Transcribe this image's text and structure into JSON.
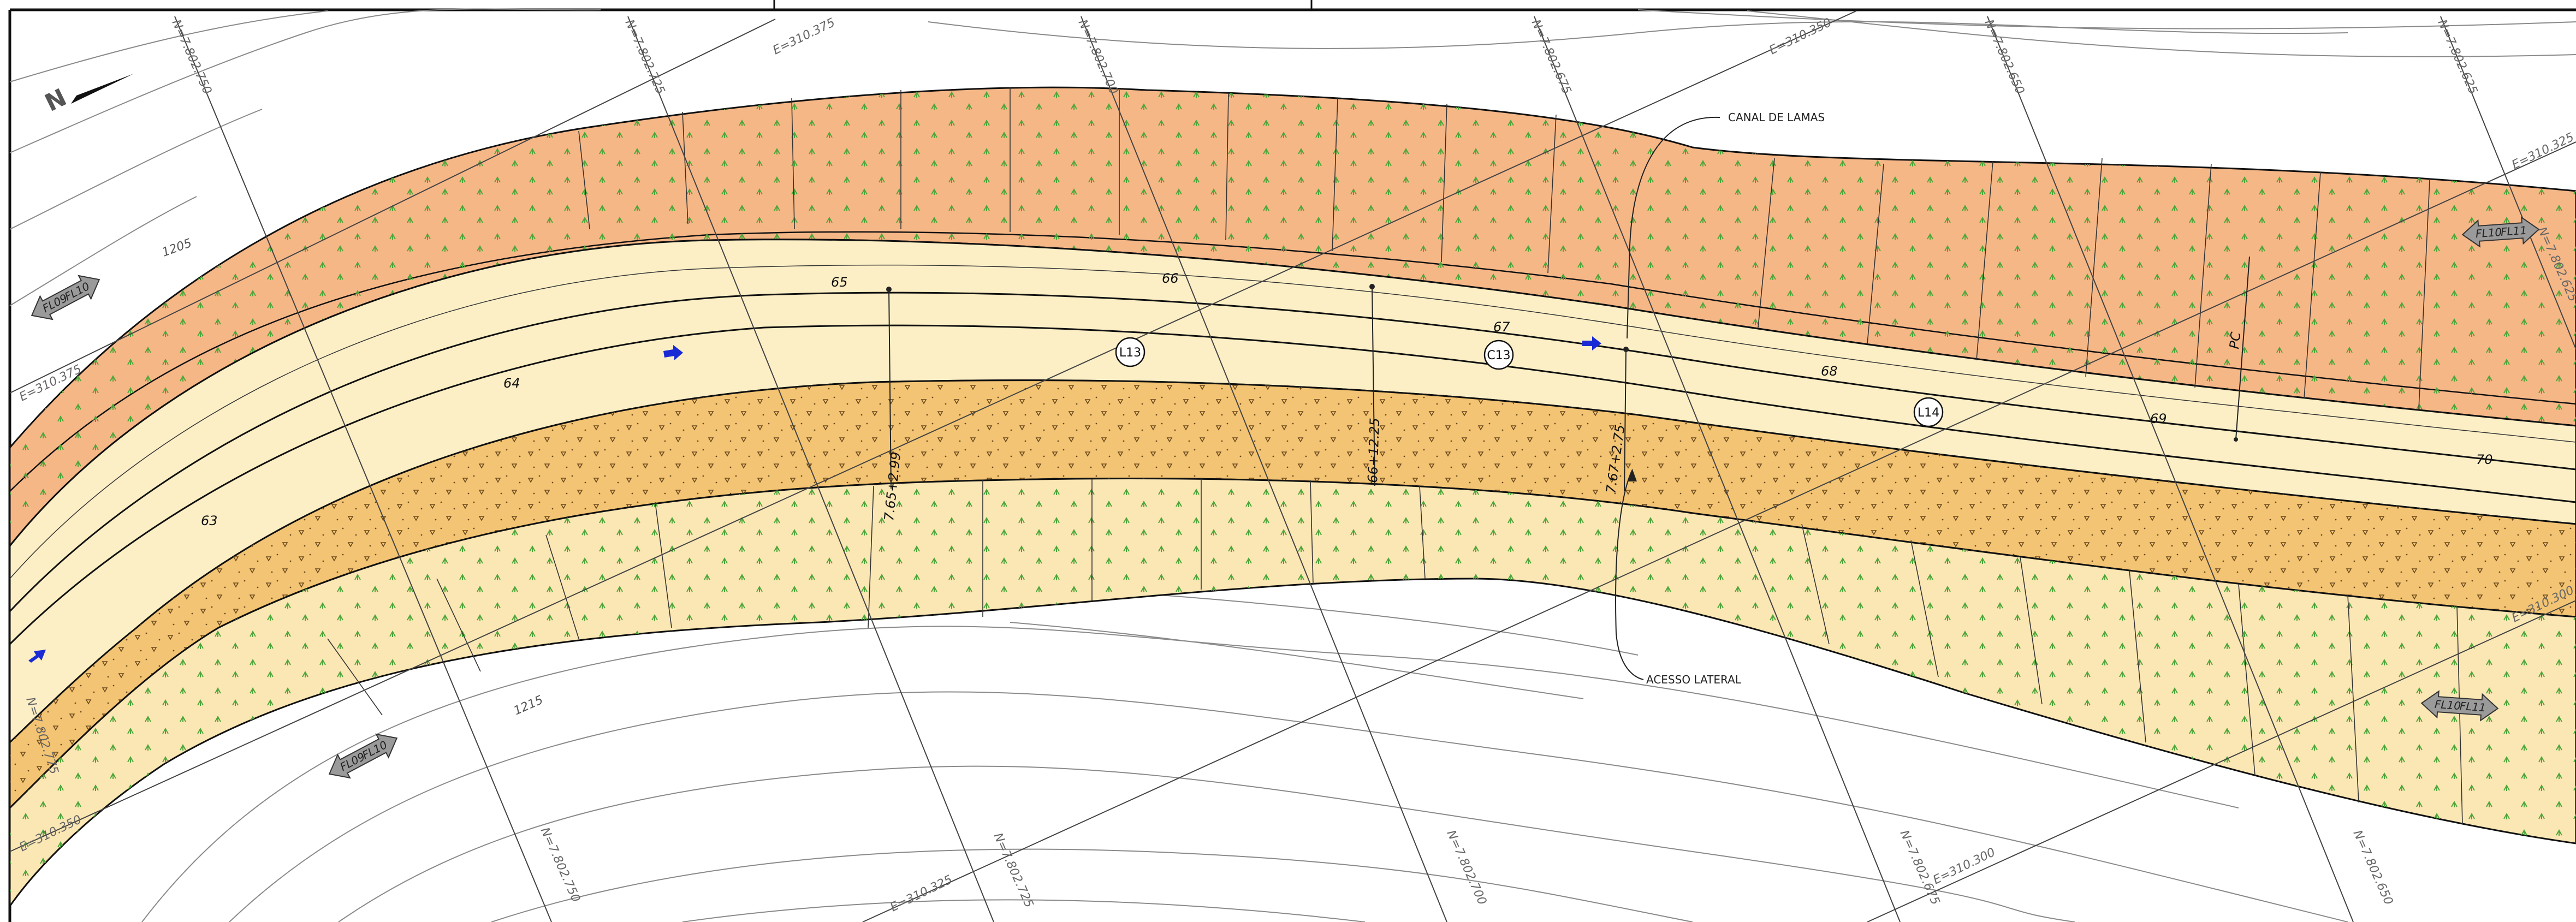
{
  "colors": {
    "berm_slope": "#F6B787",
    "road_face": "#F9DDA8",
    "road_bench": "#FCEFC6",
    "lower_slope": "#F3C473",
    "outer_slope": "#FBE7B4",
    "contour": "#8a8a8a",
    "flow_arrow": "#1a2bd6",
    "veg_mark": "#4ea63a"
  },
  "north_label": "N",
  "contour_labels": [
    "1205",
    "1215"
  ],
  "callouts": {
    "canal": "CANAL DE LAMAS",
    "access": "ACESSO LATERAL"
  },
  "grid_labels": {
    "n750_top": "N=7.802.750",
    "n725_top": "N=7.802.725",
    "n700_top": "N=7.802.700",
    "n675_top": "N=7.802.675",
    "n650_top": "N=7.802.650",
    "n625_top": "N=7.802.625",
    "n625_right": "N=7.802.625",
    "n775_left": "N=7.802.775",
    "n750_bot": "N=7.802.750",
    "n725_bot": "N=7.802.725",
    "n700_bot": "N=7.802.700",
    "n675_bot": "N=7.802.675",
    "n650_bot": "N=7.802.650",
    "e375_top": "E=310.375",
    "e350_top": "E=310.350",
    "e325_right": "E=310.325",
    "e375_left": "E=310.375",
    "e350_left": "E=310.350",
    "e325_bot": "E=310.325",
    "e300_bot": "E=310.300",
    "e300_right": "E=310.300"
  },
  "stations": [
    "63",
    "64",
    "65",
    "66",
    "67",
    "68",
    "69",
    "70"
  ],
  "chainages": [
    "7.65+2.99",
    "66+12.25",
    "7.67+2.75"
  ],
  "curve_tags": [
    "L13",
    "C13",
    "L14"
  ],
  "pc_label": "PC",
  "fl_arrows": [
    {
      "left": "FL09",
      "right": "FL10"
    },
    {
      "left": "FL09",
      "right": "FL10"
    },
    {
      "left": "FL10",
      "right": "FL11"
    },
    {
      "left": "FL10",
      "right": "FL11"
    }
  ]
}
